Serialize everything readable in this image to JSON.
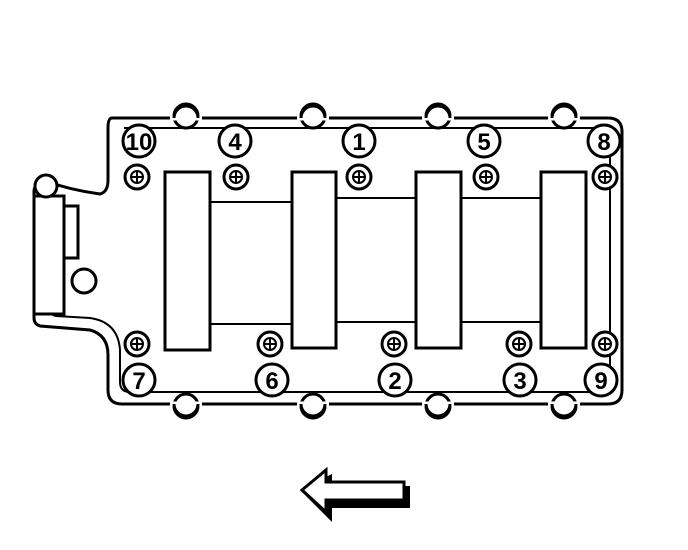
{
  "bolt_labels": [
    "10",
    "4",
    "1",
    "5",
    "8",
    "7",
    "6",
    "2",
    "3",
    "9"
  ],
  "colors": {
    "line": "#000000",
    "background": "#ffffff"
  },
  "icons": {
    "bolt": "hex-bolt-icon",
    "direction": "left-arrow-icon"
  }
}
